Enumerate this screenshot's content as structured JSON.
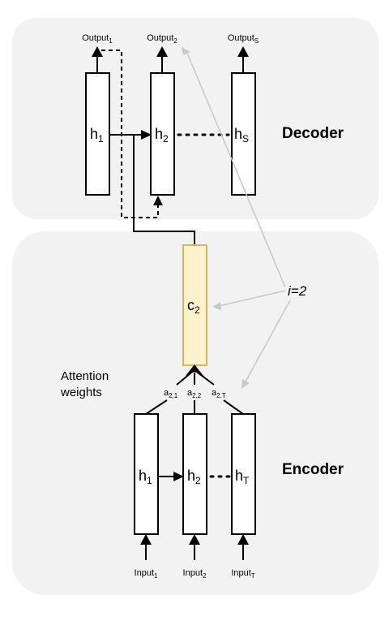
{
  "decoder": {
    "title": "Decoder",
    "outputs": [
      {
        "base": "Output",
        "sub": "1"
      },
      {
        "base": "Output",
        "sub": "2"
      },
      {
        "base": "Output",
        "sub": "S"
      }
    ],
    "states": [
      {
        "base": "h",
        "sub": "1"
      },
      {
        "base": "h",
        "sub": "2"
      },
      {
        "base": "h",
        "sub": "S"
      }
    ]
  },
  "context": {
    "base": "c",
    "sub": "2"
  },
  "annotation": "i=2",
  "attention": {
    "label_line1": "Attention",
    "label_line2": "weights",
    "weights": [
      {
        "base": "a",
        "sub": "2,1"
      },
      {
        "base": "a",
        "sub": "2,2"
      },
      {
        "base": "a",
        "sub": "2,T"
      }
    ]
  },
  "encoder": {
    "title": "Encoder",
    "states": [
      {
        "base": "h",
        "sub": "1"
      },
      {
        "base": "h",
        "sub": "2"
      },
      {
        "base": "h",
        "sub": "T"
      }
    ],
    "inputs": [
      {
        "base": "Input",
        "sub": "1"
      },
      {
        "base": "Input",
        "sub": "2"
      },
      {
        "base": "Input",
        "sub": "T"
      }
    ]
  },
  "colors": {
    "panel": "#f2f2f2",
    "context_fill": "#fff2cc",
    "context_stroke": "#d6b656",
    "attention_arrows": "#c8c8c8"
  }
}
